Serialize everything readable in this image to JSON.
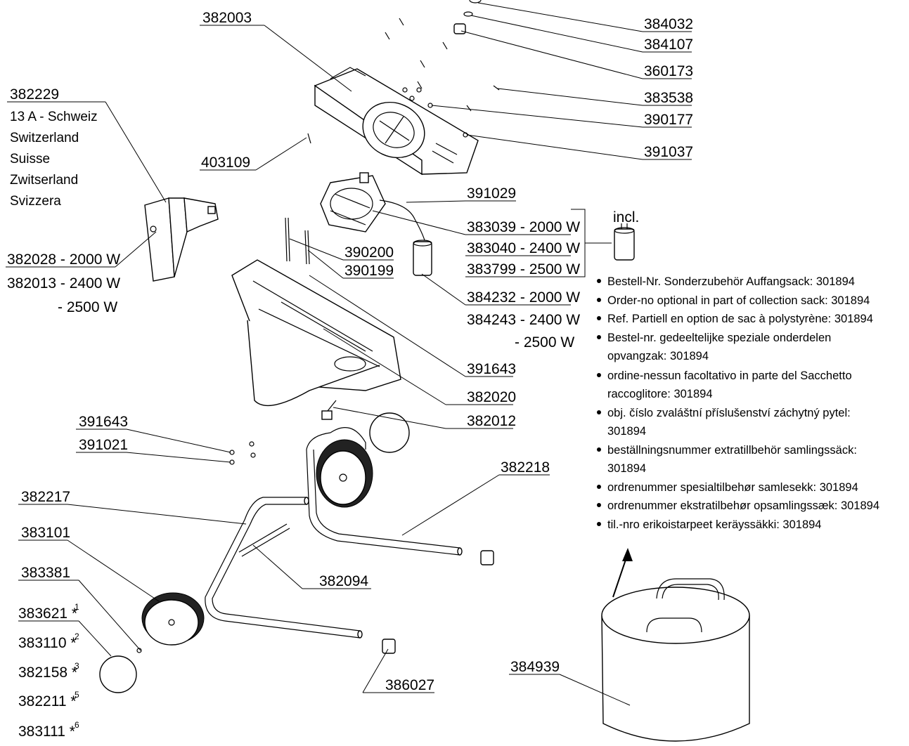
{
  "labels": {
    "p382003": "382003",
    "p384032": "384032",
    "p384107": "384107",
    "p360173": "360173",
    "p383538": "383538",
    "p390177": "390177",
    "p391037": "391037",
    "p382229": "382229",
    "p403109": "403109",
    "p391029": "391029",
    "p383039": "383039 - 2000 W",
    "p383040": "383040 - 2400 W",
    "p383799": "383799 - 2500 W",
    "incl": "incl.",
    "p390200": "390200",
    "p390199": "390199",
    "p384232": "384232 - 2000 W",
    "p384243": "384243 - 2400 W",
    "p384243b": "- 2500 W",
    "p382028": "382028 - 2000 W",
    "p382013": "382013 - 2400 W",
    "p382013b": "- 2500 W",
    "p391643a": "391643",
    "p382020": "382020",
    "p382012": "382012",
    "p391643b": "391643",
    "p391021": "391021",
    "p382218": "382218",
    "p382217": "382217",
    "p383101": "383101",
    "p382094": "382094",
    "p383381": "383381",
    "p383621": "383621 *",
    "p383110": "383110 *",
    "p382158": "382158 *",
    "p382211": "382211 *",
    "p383111": "383111 *",
    "sup1": "1",
    "sup2": "2",
    "sup3": "3",
    "sup5": "5",
    "sup6": "6",
    "p386027": "386027",
    "p384939": "384939"
  },
  "plug_countries": [
    "13 A - Schweiz",
    "Switzerland",
    "Suisse",
    "Zwitserland",
    "Svizzera"
  ],
  "bullets": [
    "Bestell-Nr. Sonderzubehör Auffangsack: 301894",
    "Order-no optional in part of collection sack: 301894",
    "Ref. Partiell en option de sac à polystyrène: 301894",
    "Bestel-nr. gedeeltelijke speziale onderdelen",
    "opvangzak: 301894",
    "ordine-nessun facoltativo in parte del Sacchetto",
    "raccoglitore: 301894",
    "obj. číslo zvaláštní příslušenství záchytný pytel:",
    "301894",
    "beställningsnummer extratillbehör samlingssäck:",
    "301894",
    "ordrenummer spesialtilbehør samlesekk: 301894",
    "ordrenummer ekstratilbehør opsamlingssæk: 301894",
    "til.-nro erikoistarpeet keräyssäkki: 301894"
  ]
}
